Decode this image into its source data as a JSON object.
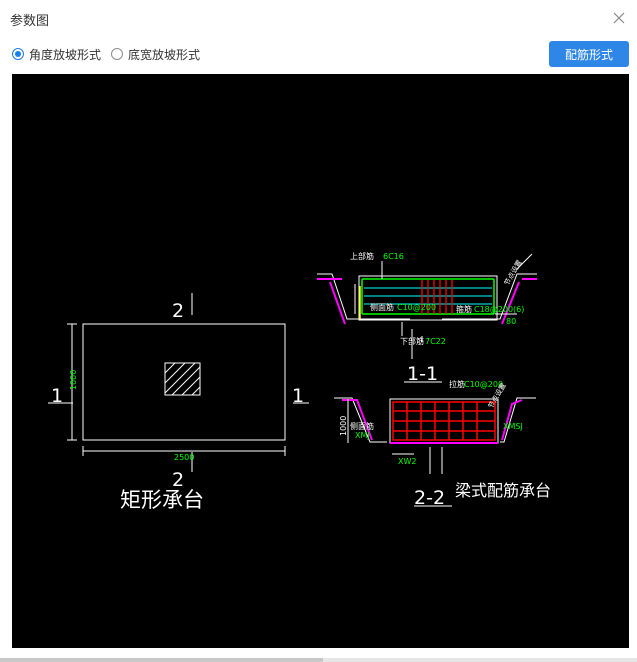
{
  "window": {
    "title": "参数图"
  },
  "options": [
    {
      "label": "角度放坡形式",
      "checked": true
    },
    {
      "label": "底宽放坡形式",
      "checked": false
    }
  ],
  "buttons": {
    "rebar_form": "配筋形式"
  },
  "drawing": {
    "left": {
      "section_top": "2",
      "section_bottom": "2",
      "section_left": "1",
      "section_right": "1",
      "dim_width": "2500",
      "dim_height": "1000",
      "caption": "矩形承台"
    },
    "right": {
      "top_rebar": "上部筋",
      "top_rebar_spec": "6C16",
      "side_rebar": "侧面筋",
      "side_rebar_spec": "C10@200",
      "stirrup": "箍筋",
      "stirrup_spec": "C18@200(6)",
      "bottom_rebar": "下部筋",
      "bottom_rebar_spec": "7C22",
      "cut_label_1": "1-1",
      "cut_label_2": "2-2",
      "tie_bar": "拉筋",
      "tie_bar_spec": "C10@200",
      "side_rebar_2": "侧面筋",
      "dim_1000": "1000",
      "dim_80": "80",
      "xw2": "XW2",
      "xmsj": "XMSJ",
      "xmj": "XMJ",
      "slope_note": "节点设置",
      "caption": "梁式配筋承台"
    }
  },
  "colors": {
    "accent": "#2e86e6",
    "drawing_bg": "#000000",
    "cad_white": "#ffffff",
    "cad_green": "#00ff00",
    "cad_red": "#ff0000",
    "cad_magenta": "#ff00ff",
    "cad_cyan": "#00ffff",
    "cad_yellow": "#ffff00"
  }
}
